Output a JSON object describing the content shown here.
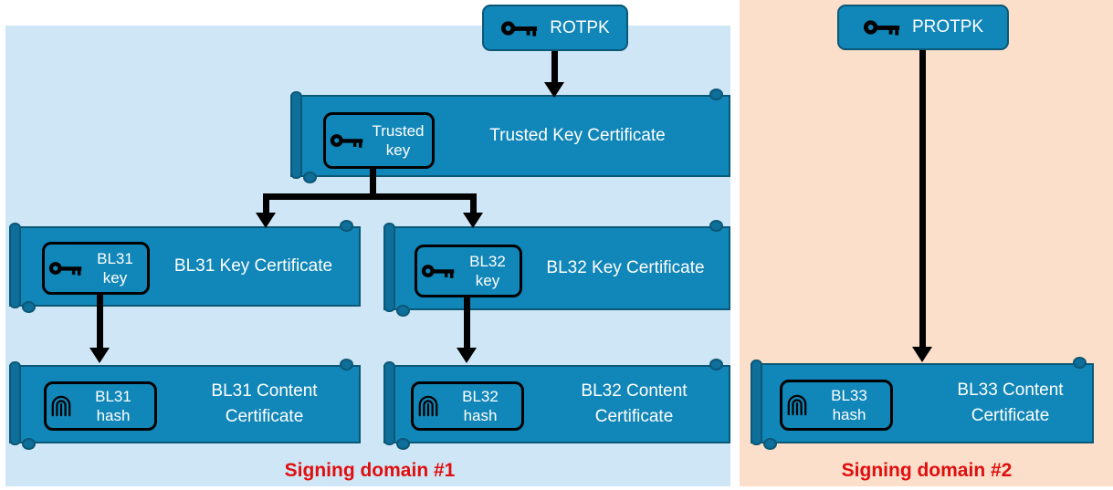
{
  "colors": {
    "domain1_bg": "#cfe6f6",
    "domain2_bg": "#fcdfca",
    "node_fill": "#1186b8",
    "node_border": "#0b5876",
    "domain_label_color": "#e00e0e",
    "arrow_color": "#000000"
  },
  "domains": [
    {
      "label": "Signing domain #1"
    },
    {
      "label": "Signing domain #2"
    }
  ],
  "keys": {
    "rotpk": "ROTPK",
    "protpk": "PROTPK"
  },
  "certificates": {
    "trusted": {
      "title": "Trusted Key Certificate",
      "badge": [
        "Trusted",
        "key"
      ]
    },
    "bl31_key": {
      "title": "BL31 Key Certificate",
      "badge": [
        "BL31",
        "key"
      ]
    },
    "bl32_key": {
      "title": "BL32 Key Certificate",
      "badge": [
        "BL32",
        "key"
      ]
    },
    "bl31_content": {
      "title": "BL31 Content Certificate",
      "badge": [
        "BL31",
        "hash"
      ]
    },
    "bl32_content": {
      "title": "BL32 Content Certificate",
      "badge": [
        "BL32",
        "hash"
      ]
    },
    "bl33_content": {
      "title": "BL33 Content Certificate",
      "badge": [
        "BL33",
        "hash"
      ]
    }
  }
}
